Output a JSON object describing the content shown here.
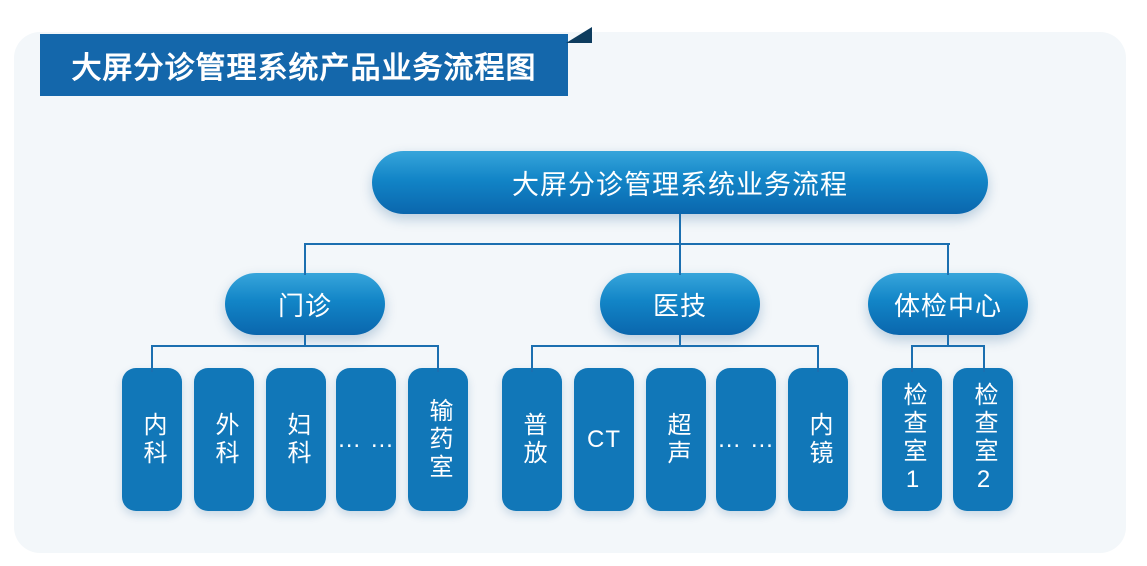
{
  "banner": {
    "title": "大屏分诊管理系统产品业务流程图"
  },
  "colors": {
    "page_bg": "#ffffff",
    "card_bg": "#f3f7fa",
    "banner_bg": "#1467ab",
    "banner_fold": "#0e3c5e",
    "node_gradient_top": "#37a5db",
    "node_gradient_bottom": "#0a66ad",
    "leaf_bg": "#1177b8",
    "connector": "#1b6fb0",
    "node_text": "#ffffff"
  },
  "diagram": {
    "root": {
      "label": "大屏分诊管理系统业务流程"
    },
    "branches": [
      {
        "id": "outpatient",
        "label": "门诊",
        "leaves": [
          {
            "label": "内科",
            "vertical": true
          },
          {
            "label": "外科",
            "vertical": true
          },
          {
            "label": "妇科",
            "vertical": true
          },
          {
            "label": "… …",
            "vertical": false
          },
          {
            "label": "输药室",
            "vertical": true
          }
        ]
      },
      {
        "id": "medical-tech",
        "label": "医技",
        "leaves": [
          {
            "label": "普放",
            "vertical": true
          },
          {
            "label": "CT",
            "vertical": false
          },
          {
            "label": "超声",
            "vertical": true
          },
          {
            "label": "… …",
            "vertical": false
          },
          {
            "label": "内镜",
            "vertical": true
          }
        ]
      },
      {
        "id": "physical-exam-center",
        "label": "体检中心",
        "leaves": [
          {
            "label": "检查室1",
            "vertical": true
          },
          {
            "label": "检查室2",
            "vertical": true
          }
        ]
      }
    ]
  }
}
